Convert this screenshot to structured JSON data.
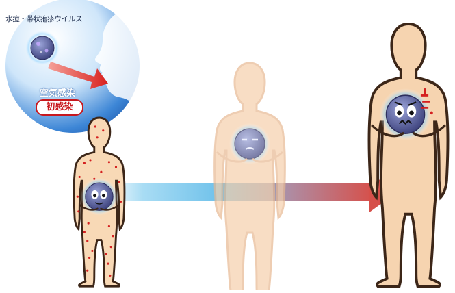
{
  "bubble": {
    "virus_label": "水痘・帯状疱疹ウイルス",
    "route_label": "空気感染",
    "infection_label": "初感染"
  },
  "colors": {
    "bubble_blue": "#1e5fb0",
    "skin": "#f6d4b0",
    "outline": "#4a2d1e",
    "rash": "#d42020",
    "arrow_start": "#7ccaee",
    "arrow_end": "#d9544a",
    "virus_body": "#3e4a8a"
  },
  "icons": [
    "virus-icon",
    "breath-arrow-icon",
    "progression-arrow-icon"
  ]
}
